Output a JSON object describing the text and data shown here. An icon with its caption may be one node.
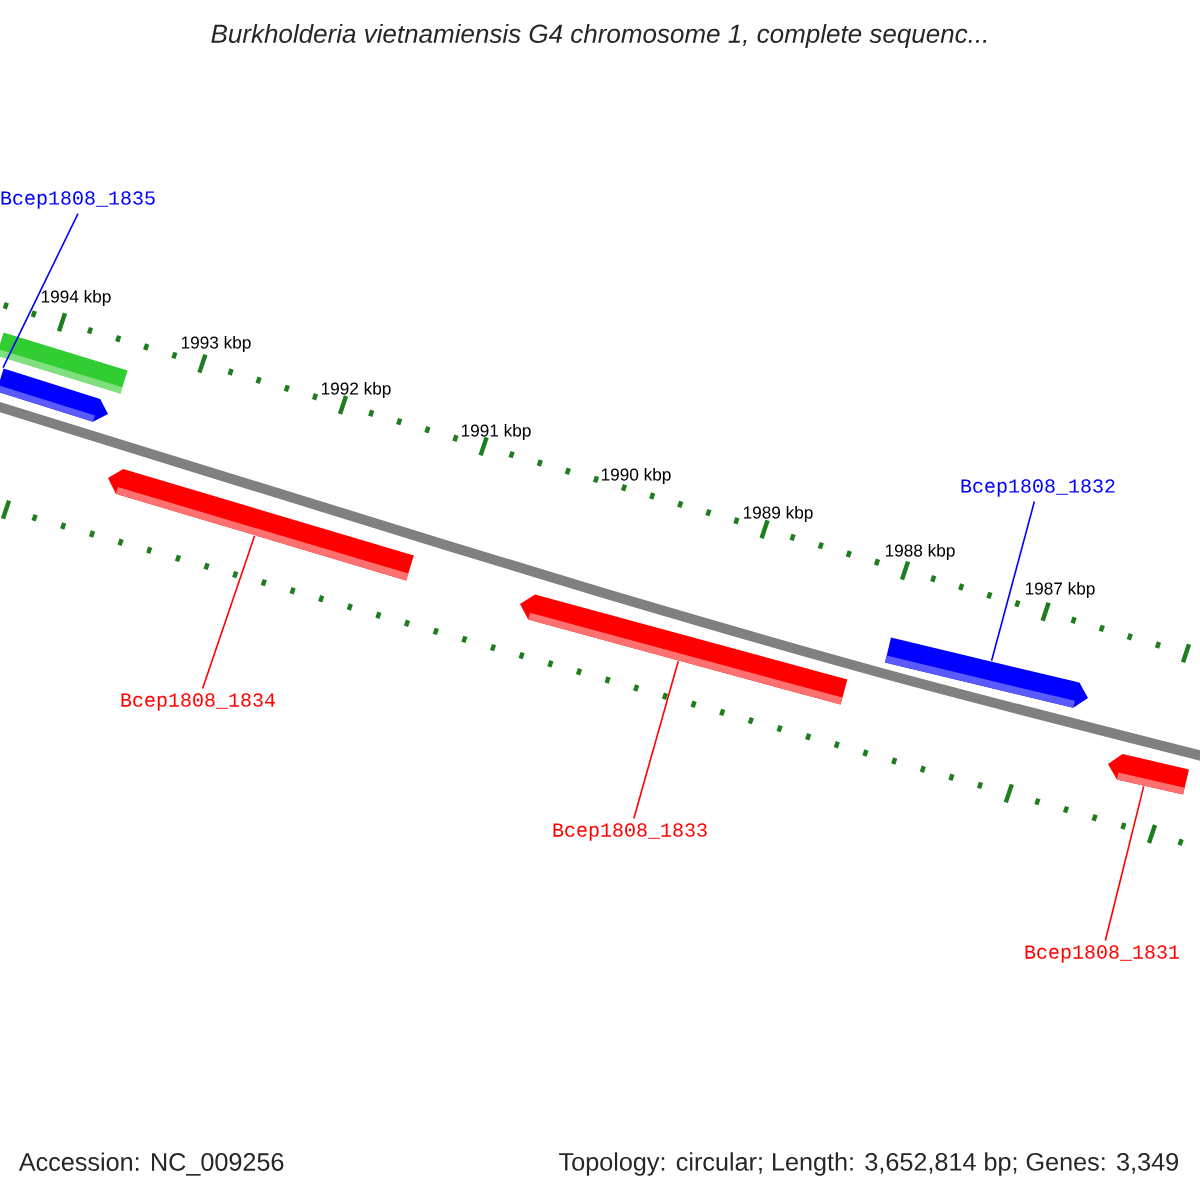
{
  "diagram": {
    "title": "*Burkholderia vietnamiensis* G4 chromosome 1, complete sequenc...",
    "nodes": [
      {
        "text": [
          "Bcep1808_1835"
        ]
      },
      {
        "text": [],
        "shape": "bar"
      },
      {
        "text": [],
        "shape": "arrow"
      },
      {
        "text": [],
        "shape": "arrow"
      },
      {
        "text": [],
        "shape": "arrow"
      },
      {
        "text": [
          "Bcep1808_1832"
        ]
      },
      {
        "text": [],
        "shape": "arrow"
      },
      {
        "text": [],
        "shape": "arrow"
      },
      {
        "text": [
          "Bcep1808_1834"
        ]
      },
      {
        "text": [
          "Bcep1808_1833"
        ]
      },
      {
        "text": [
          "Bcep1808_1831"
        ]
      }
    ],
    "edges": [
      {
        "from": 0,
        "to": 2,
        "arrow": "none",
        "color": "#0000ff"
      },
      {
        "from": 5,
        "to": 6,
        "arrow": "none",
        "color": "#0000ff"
      },
      {
        "from": 8,
        "to": 3,
        "arrow": "none",
        "color": "#ff0000"
      },
      {
        "from": 9,
        "to": 4,
        "arrow": "none",
        "color": "#ff0000"
      },
      {
        "from": 10,
        "to": 7,
        "arrow": "none",
        "color": "#ff0000"
      }
    ],
    "labels": [
      "1994 kbp",
      "1993 kbp",
      "1992 kbp",
      "1991 kbp",
      "1990 kbp",
      "1989 kbp",
      "1988 kbp",
      "1987 kbp",
      "Accession: NC_009256",
      "Topology: circular; Length: 3,652,814 bp; Genes: 3,349"
    ]
  }
}
